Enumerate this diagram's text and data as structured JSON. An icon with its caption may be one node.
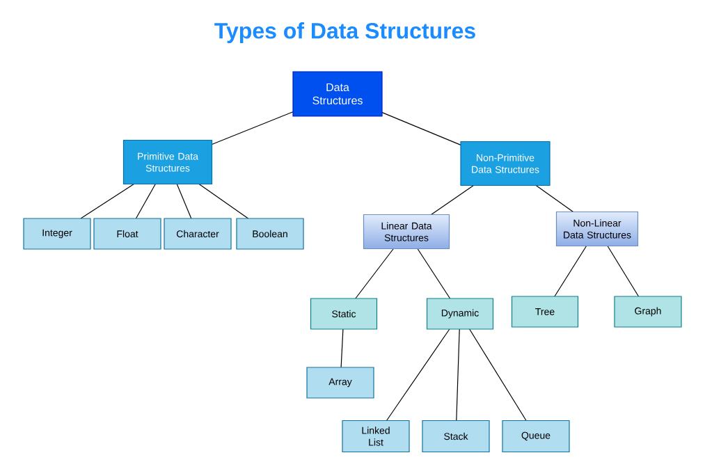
{
  "diagram": {
    "title": "Types of Data Structures",
    "nodes": [
      {
        "text": [
          "Data Structures"
        ]
      },
      {
        "text": [
          "Primitive Data Structures"
        ]
      },
      {
        "text": [
          "Non-Primitive Data Structures"
        ]
      },
      {
        "text": [
          "Integer"
        ]
      },
      {
        "text": [
          "Float"
        ]
      },
      {
        "text": [
          "Character"
        ]
      },
      {
        "text": [
          "Boolean"
        ]
      },
      {
        "text": [
          "Linear Data Structures"
        ]
      },
      {
        "text": [
          "Non-Linear Data Structures"
        ]
      },
      {
        "text": [
          "Static"
        ]
      },
      {
        "text": [
          "Dynamic"
        ]
      },
      {
        "text": [
          "Tree"
        ]
      },
      {
        "text": [
          "Graph"
        ]
      },
      {
        "text": [
          "Array"
        ]
      },
      {
        "text": [
          "Linked List"
        ]
      },
      {
        "text": [
          "Stack"
        ]
      },
      {
        "text": [
          "Queue"
        ]
      }
    ],
    "edges": [
      {
        "from": 0,
        "to": 1,
        "arrow": "none"
      },
      {
        "from": 0,
        "to": 2,
        "arrow": "none"
      },
      {
        "from": 1,
        "to": 3,
        "arrow": "none"
      },
      {
        "from": 1,
        "to": 4,
        "arrow": "none"
      },
      {
        "from": 1,
        "to": 5,
        "arrow": "none"
      },
      {
        "from": 1,
        "to": 6,
        "arrow": "none"
      },
      {
        "from": 2,
        "to": 7,
        "arrow": "none"
      },
      {
        "from": 2,
        "to": 8,
        "arrow": "none"
      },
      {
        "from": 7,
        "to": 9,
        "arrow": "none"
      },
      {
        "from": 7,
        "to": 10,
        "arrow": "none"
      },
      {
        "from": 8,
        "to": 11,
        "arrow": "none"
      },
      {
        "from": 8,
        "to": 12,
        "arrow": "none"
      },
      {
        "from": 9,
        "to": 13,
        "arrow": "none"
      },
      {
        "from": 10,
        "to": 14,
        "arrow": "none"
      },
      {
        "from": 10,
        "to": 15,
        "arrow": "none"
      },
      {
        "from": 10,
        "to": 16,
        "arrow": "none"
      }
    ]
  }
}
